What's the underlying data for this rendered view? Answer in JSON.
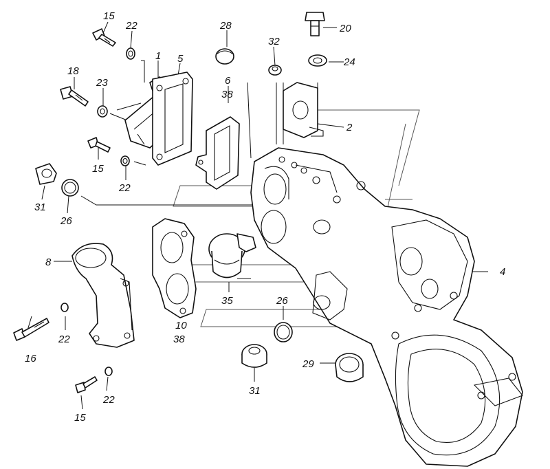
{
  "callouts": {
    "c1": "1",
    "c2": "2",
    "c4": "4",
    "c5": "5",
    "c6": "6",
    "c8": "8",
    "c10": "10",
    "c15a": "15",
    "c15b": "15",
    "c15c": "15",
    "c16": "16",
    "c18": "18",
    "c20": "20",
    "c22a": "22",
    "c22b": "22",
    "c22c": "22",
    "c22d": "22",
    "c23": "23",
    "c24": "24",
    "c26a": "26",
    "c26b": "26",
    "c28": "28",
    "c29": "29",
    "c31a": "31",
    "c31b": "31",
    "c32": "32",
    "c35": "35",
    "c38a": "38",
    "c38b": "38"
  }
}
